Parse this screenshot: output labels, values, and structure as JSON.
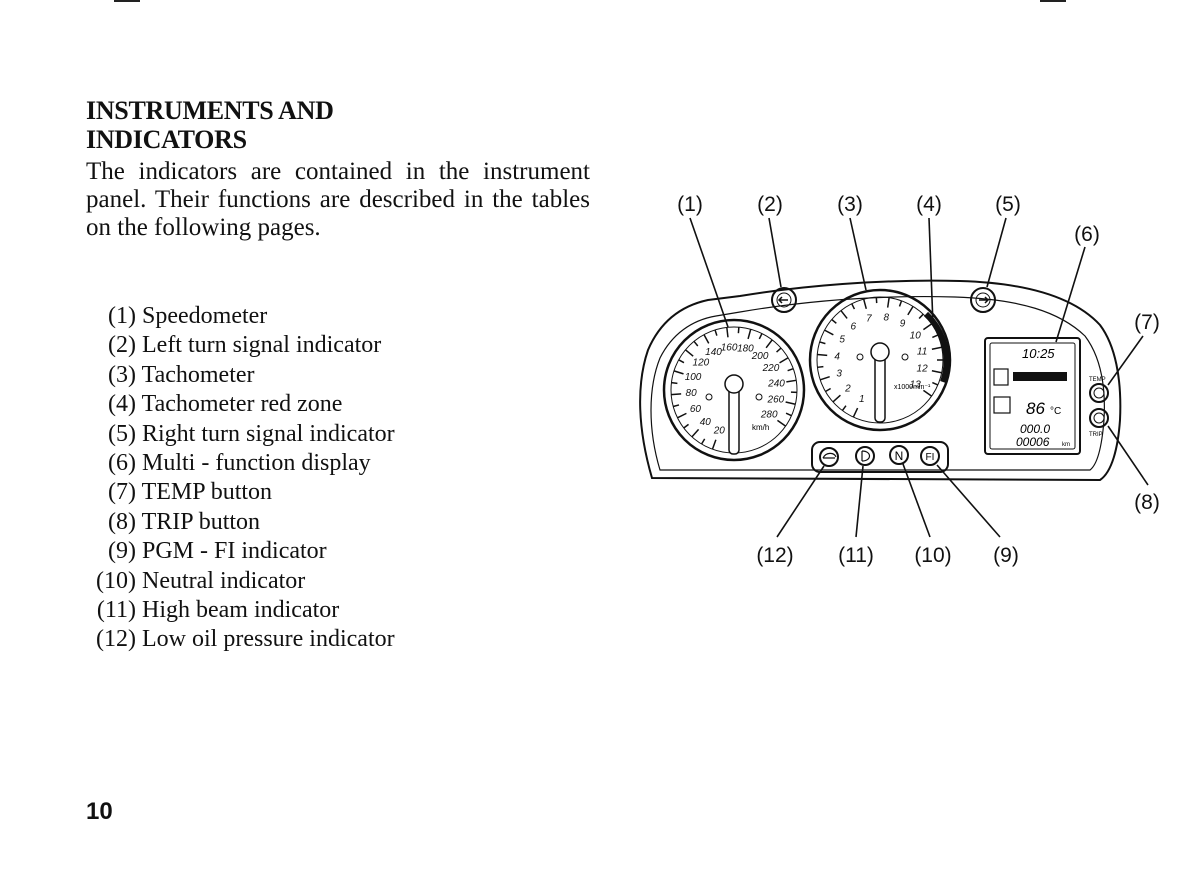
{
  "heading": {
    "line1": "INSTRUMENTS AND",
    "line2": "INDICATORS"
  },
  "intro": "The indicators are contained in the instrument panel. Their functions are described in the tables on the following pages.",
  "items": [
    {
      "num": "(1)",
      "label": "Speedometer"
    },
    {
      "num": "(2)",
      "label": "Left turn signal indicator"
    },
    {
      "num": "(3)",
      "label": "Tachometer"
    },
    {
      "num": "(4)",
      "label": "Tachometer red zone"
    },
    {
      "num": "(5)",
      "label": "Right turn signal indicator"
    },
    {
      "num": "(6)",
      "label": "Multi - function display"
    },
    {
      "num": "(7)",
      "label": "TEMP button"
    },
    {
      "num": "(8)",
      "label": "TRIP button"
    },
    {
      "num": "(9)",
      "label": "PGM - FI indicator"
    },
    {
      "num": "(10)",
      "label": "Neutral indicator"
    },
    {
      "num": "(11)",
      "label": "High beam indicator"
    },
    {
      "num": "(12)",
      "label": "Low oil pressure indicator"
    }
  ],
  "diagram": {
    "callouts": [
      "(1)",
      "(2)",
      "(3)",
      "(4)",
      "(5)",
      "(6)",
      "(7)",
      "(8)",
      "(9)",
      "(10)",
      "(11)",
      "(12)"
    ],
    "speedo_ticks": [
      "20",
      "40",
      "60",
      "80",
      "100",
      "120",
      "140",
      "160",
      "180",
      "200",
      "220",
      "240",
      "260",
      "280"
    ],
    "speedo_unit": "km/h",
    "tacho_ticks": [
      "1",
      "2",
      "3",
      "4",
      "5",
      "6",
      "7",
      "8",
      "9",
      "10",
      "11",
      "12",
      "13"
    ],
    "tacho_unit": "x1000min⁻¹",
    "display": {
      "clock": "10:25",
      "temp": "86",
      "temp_unit": "°C",
      "trip": "000.0",
      "total": "00006",
      "dist_unit": "km"
    },
    "button_temp": "TEMP",
    "button_trip": "TRIP",
    "neutral_symbol": "N",
    "fi_symbol": "FI"
  },
  "page_number": "10"
}
